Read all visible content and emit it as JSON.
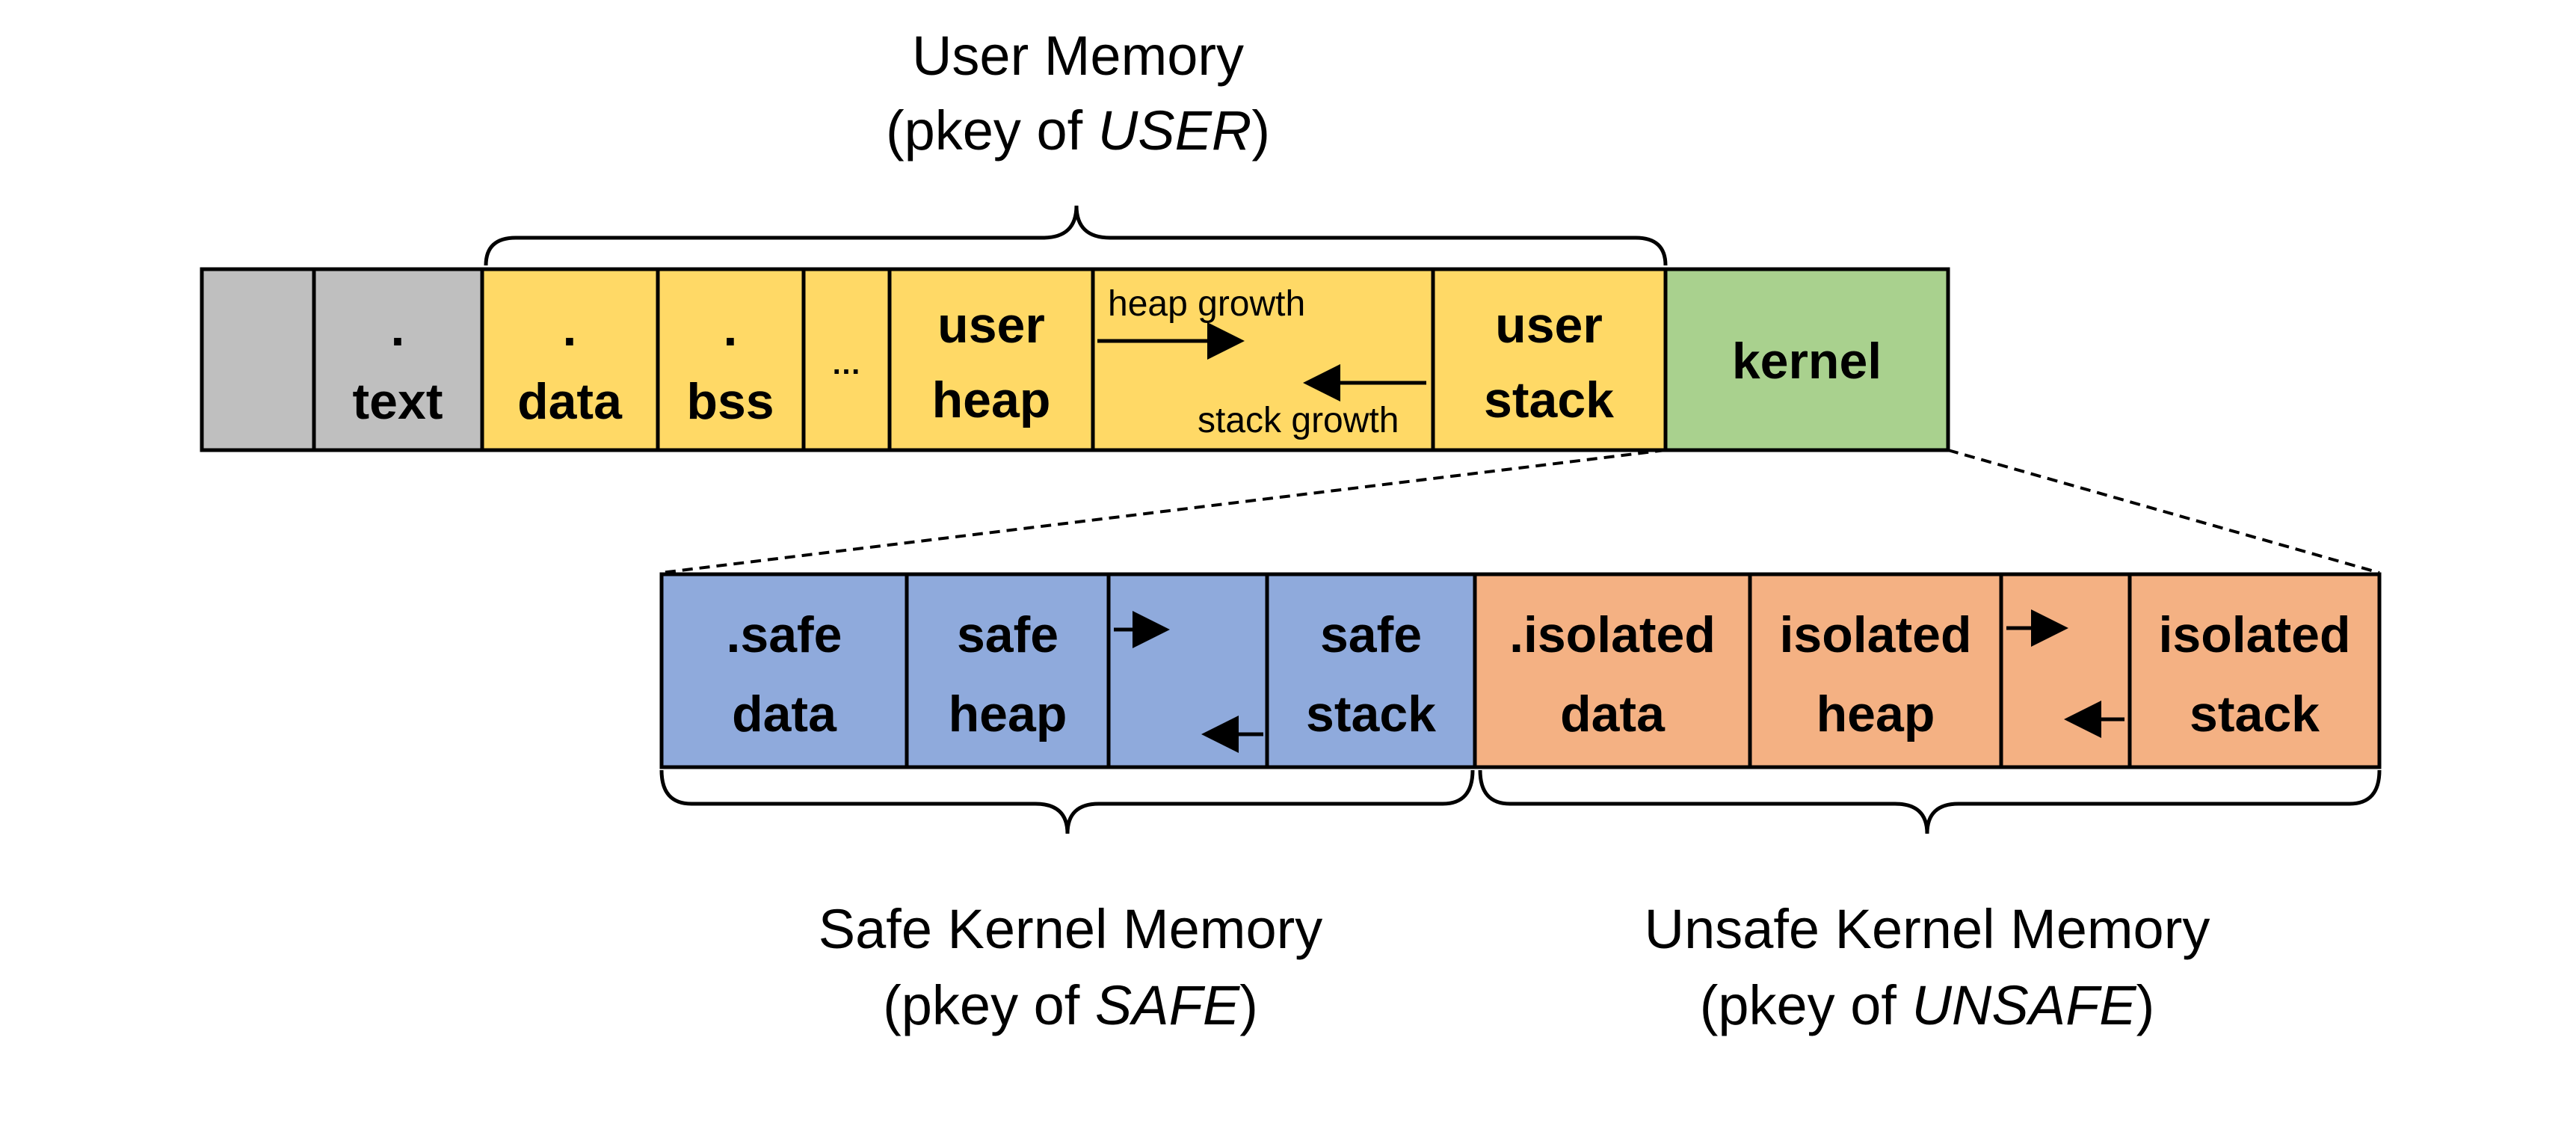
{
  "user_memory": {
    "title": "User Memory",
    "pkey_prefix": "(pkey of ",
    "pkey_name": "USER",
    "pkey_suffix": ")",
    "segments": {
      "reserved": "",
      "text": [
        ".",
        "text"
      ],
      "data": [
        ".",
        "data"
      ],
      "bss": [
        ".",
        "bss"
      ],
      "ellipsis": "…",
      "user_heap": [
        "user",
        "heap"
      ],
      "heap_growth": "heap growth",
      "stack_growth": "stack growth",
      "user_stack": [
        "user",
        "stack"
      ],
      "kernel": "kernel"
    }
  },
  "kernel_memory": {
    "safe_segments": {
      "safe_data": [
        ".safe",
        "data"
      ],
      "safe_heap": [
        "safe",
        "heap"
      ],
      "safe_stack": [
        "safe",
        "stack"
      ]
    },
    "unsafe_segments": {
      "isolated_data": [
        ".isolated",
        "data"
      ],
      "isolated_heap": [
        "isolated",
        "heap"
      ],
      "isolated_stack": [
        "isolated",
        "stack"
      ]
    }
  },
  "safe_kernel": {
    "title": "Safe Kernel Memory",
    "pkey_prefix": "(pkey of ",
    "pkey_name": "SAFE",
    "pkey_suffix": ")"
  },
  "unsafe_kernel": {
    "title": "Unsafe Kernel Memory",
    "pkey_prefix": "(pkey of ",
    "pkey_name": "UNSAFE",
    "pkey_suffix": ")"
  },
  "colors": {
    "gray": "#bfbfbf",
    "yellow": "#ffd966",
    "green": "#a9d18e",
    "blue": "#8faadc",
    "orange": "#f4b183",
    "stroke": "#000000"
  }
}
